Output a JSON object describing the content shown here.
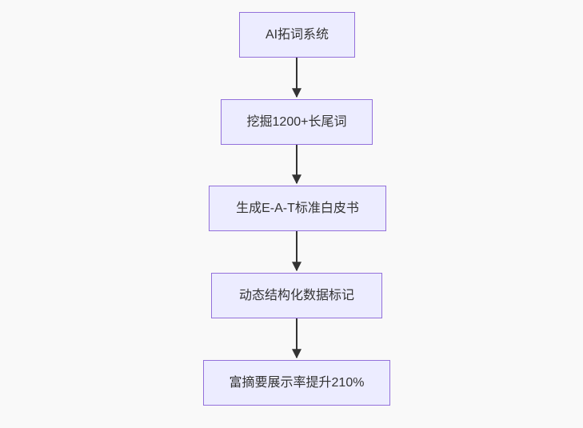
{
  "diagram": {
    "type": "flowchart",
    "direction": "top-down",
    "nodes": [
      {
        "id": "A",
        "label": "AI拓词系统"
      },
      {
        "id": "B",
        "label": "挖掘1200+长尾词"
      },
      {
        "id": "C",
        "label": "生成E-A-T标准白皮书"
      },
      {
        "id": "D",
        "label": "动态结构化数据标记"
      },
      {
        "id": "E",
        "label": "富摘要展示率提升210%"
      }
    ],
    "edges": [
      {
        "from": "A",
        "to": "B"
      },
      {
        "from": "B",
        "to": "C"
      },
      {
        "from": "C",
        "to": "D"
      },
      {
        "from": "D",
        "to": "E"
      }
    ],
    "colors": {
      "background": "#f9f9f9",
      "node_fill": "#ECECFF",
      "node_border": "#9370DB",
      "arrow": "#333333",
      "text": "#333333"
    }
  }
}
